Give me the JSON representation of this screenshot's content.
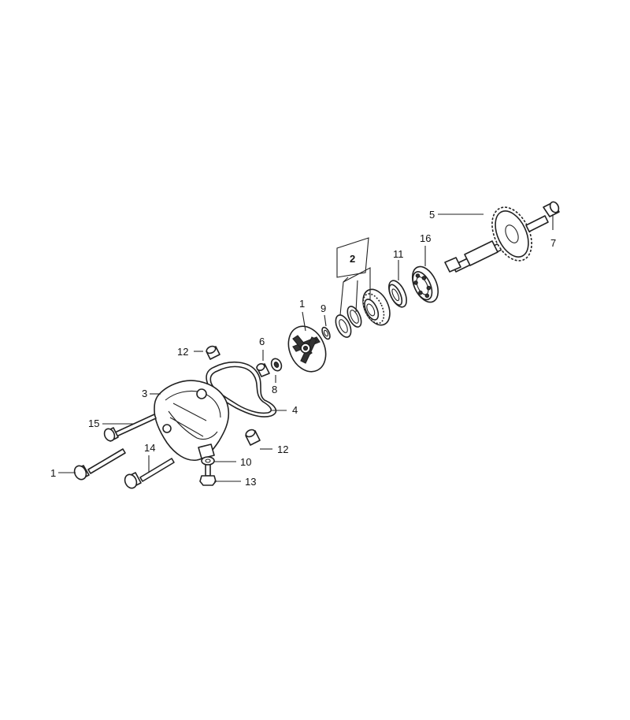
{
  "labels": {
    "l1_impeller": "1",
    "l1_edge": "1",
    "l2": "2",
    "l3": "3",
    "l4": "4",
    "l5": "5",
    "l6": "6",
    "l7": "7",
    "l8": "8",
    "l9": "9",
    "l10": "10",
    "l11": "11",
    "l12_top": "12",
    "l12_bottom": "12",
    "l13": "13",
    "l14": "14",
    "l15": "15",
    "l16": "16"
  }
}
